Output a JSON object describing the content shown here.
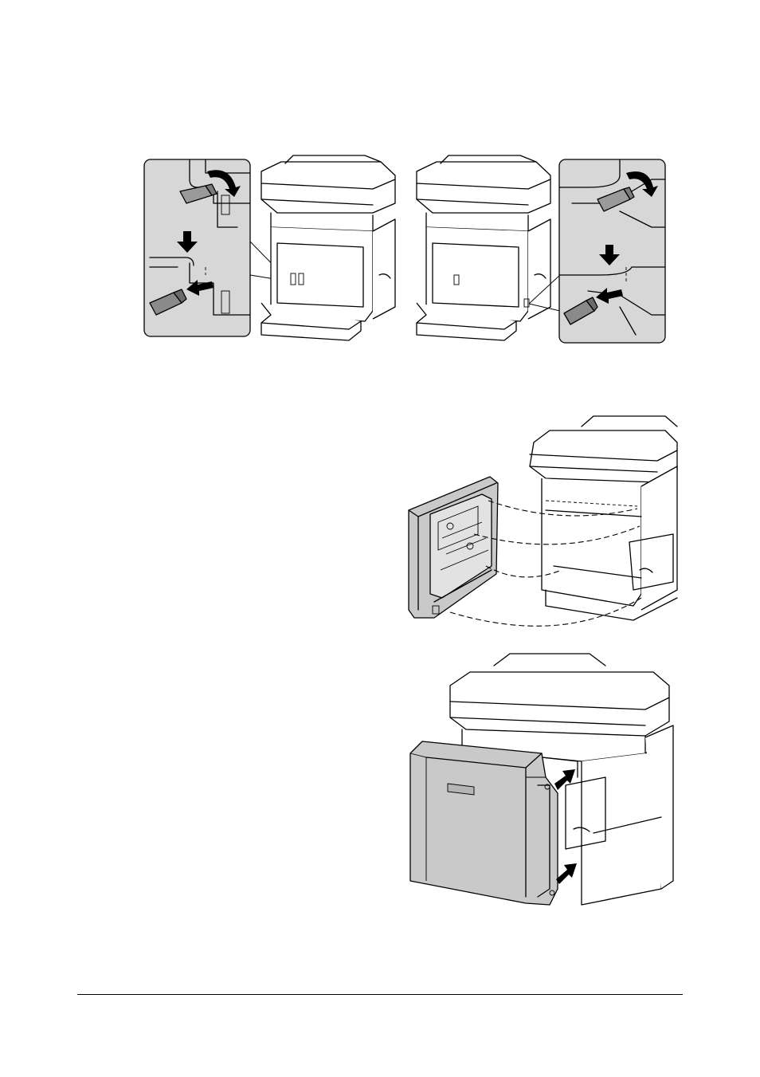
{
  "colors": {
    "line": "#000000",
    "accessory_fill": "#c9c9c9",
    "background": "#ffffff"
  },
  "figures": [
    {
      "step": "remove-connector-covers",
      "icons": [
        "cover-lever-icon",
        "rotate-arrow-icon",
        "down-arrow-icon",
        "pull-out-arrow-icon"
      ]
    },
    {
      "step": "align-duplex-unit",
      "icons": [
        "duplex-unit-icon",
        "guide-dashed-lines-icon"
      ]
    },
    {
      "step": "attach-duplex-unit",
      "icons": [
        "duplex-unit-icon",
        "push-arrow-icon"
      ]
    }
  ]
}
